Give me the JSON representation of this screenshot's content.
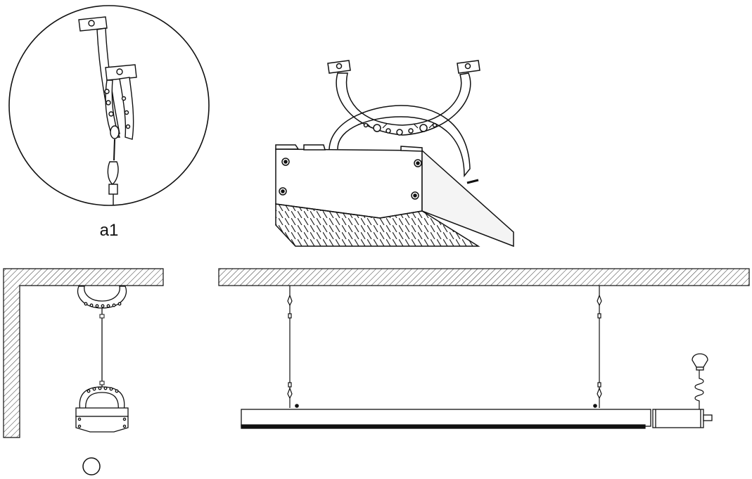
{
  "figure": {
    "detail_label": "a1"
  },
  "colors": {
    "line": "#111111",
    "background": "#ffffff",
    "heater_body": "#f4f4f4",
    "bracket": "#ffffff"
  },
  "icons": {
    "ceiling_hatch": "hatch-pattern",
    "hook": "carabiner-hook-icon",
    "plug": "plug-icon",
    "cord": "coiled-cord-icon"
  },
  "hang_points_front_view": 2
}
